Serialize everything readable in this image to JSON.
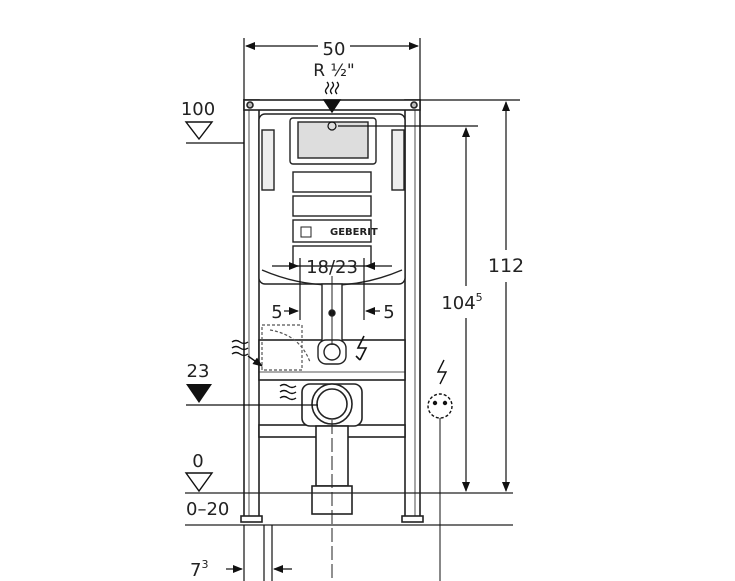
{
  "dimensions": {
    "width": "50",
    "thread": "R ½\"",
    "height_total": "112",
    "height_partial": "104",
    "height_partial_sup": "5",
    "flush_width": "18/23",
    "offset_left": "5",
    "offset_right": "5",
    "level_top": "100",
    "level_mid": "23",
    "level_zero": "0",
    "floor_range": "0–20",
    "bottom_offset": "7",
    "bottom_offset_sup": "3"
  },
  "brand_label": "GEBERIT"
}
